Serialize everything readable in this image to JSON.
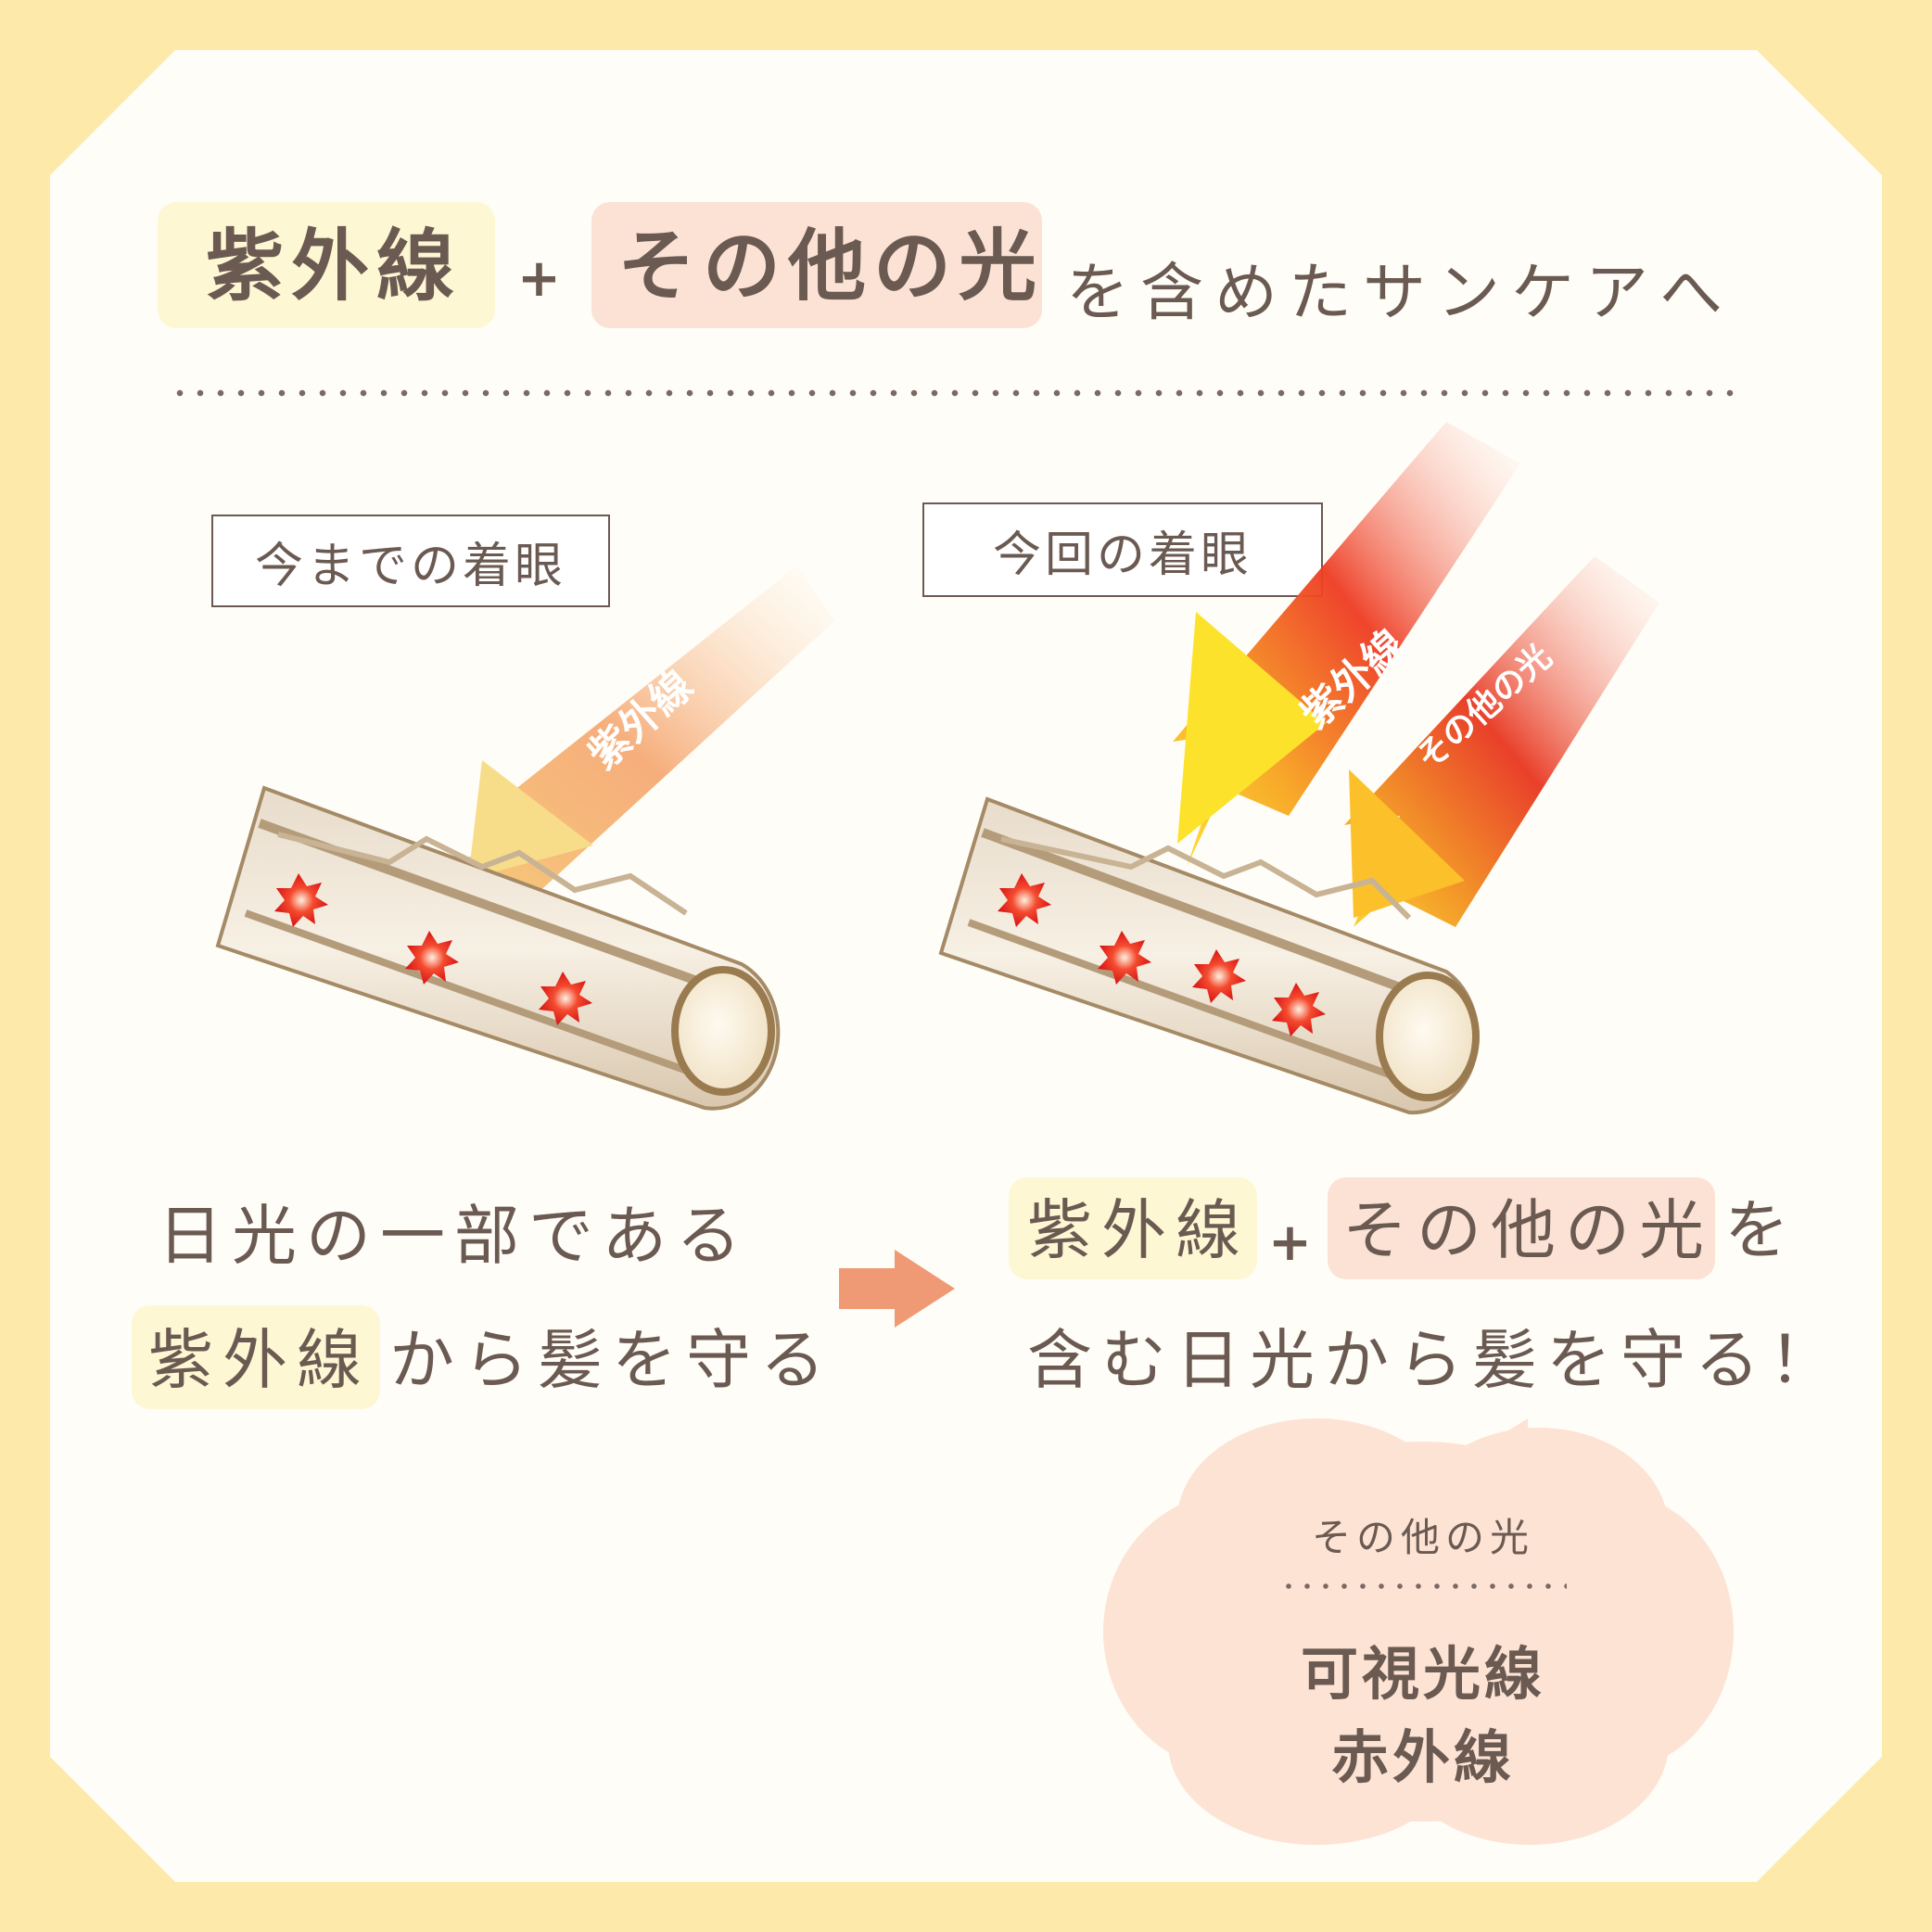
{
  "title": {
    "highlight_uv": "紫外線",
    "plus": "+",
    "highlight_other": "その他の光",
    "suffix": "を含めたサンケアへ"
  },
  "left": {
    "label": "今までの着眼",
    "ray_label": "紫外線",
    "caption_line1": "日光の一部である",
    "caption_uv": "紫外線",
    "caption_line2_rest": "から髪を守る"
  },
  "right": {
    "label": "今回の着眼",
    "ray_label_uv": "紫外線",
    "ray_label_other": "その他の光",
    "caption_uv": "紫外線",
    "caption_plus": "+",
    "caption_other": "その他の光",
    "caption_line1_end": "を",
    "caption_line2": "含む日光から髪を守る！"
  },
  "bubble": {
    "title": "その他の光",
    "item1": "可視光線",
    "item2": "赤外線"
  },
  "colors": {
    "frame": "#fde9a9",
    "text": "#6b5a52",
    "highlight_yellow": "#fdf7d3",
    "highlight_pink": "#fbe2d4",
    "arrow": "#f09a75"
  }
}
